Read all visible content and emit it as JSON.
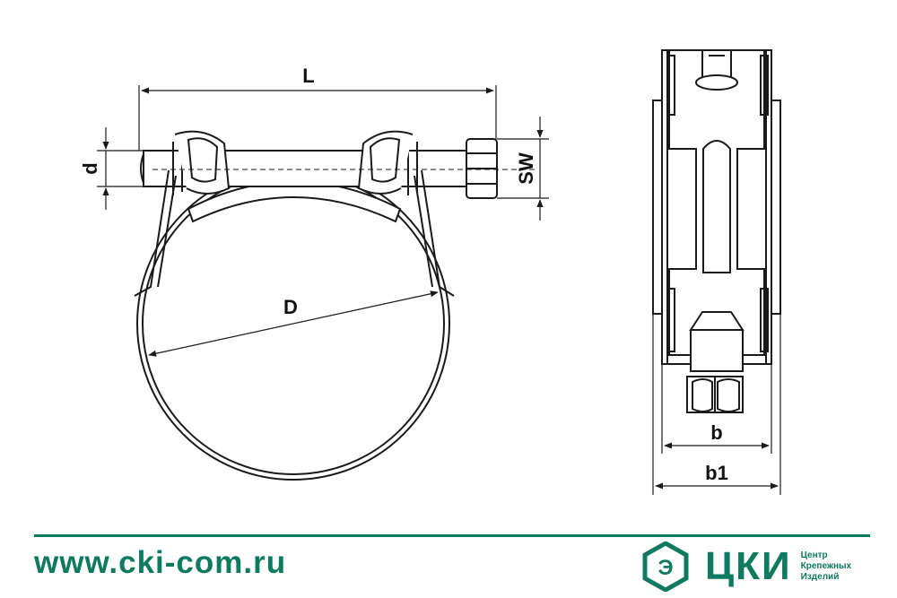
{
  "labels": {
    "L": "L",
    "D": "D",
    "d": "d",
    "SW": "SW",
    "b": "b",
    "b1": "b1"
  },
  "footer": {
    "url": "www.cki-com.ru",
    "brand": "ЦКИ",
    "brand_sub": [
      "Центр",
      "Крепежных",
      "Изделий"
    ],
    "logo_letter": "Э"
  },
  "colors": {
    "accent": "#0e7a5f",
    "line": "#1a1a1a"
  }
}
